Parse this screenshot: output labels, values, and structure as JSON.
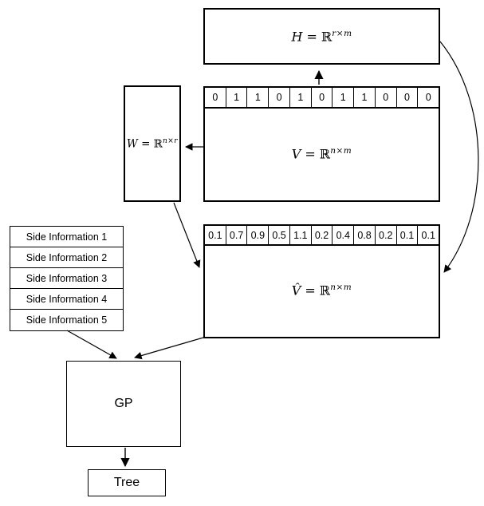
{
  "diagram": {
    "title": "matrix-factorization-flow",
    "colors": {
      "stroke": "#000000",
      "background": "#ffffff",
      "text": "#000000"
    },
    "h_box": {
      "var": "H",
      "eq": " = ",
      "set": "ℝ",
      "sup": "r×m"
    },
    "w_box": {
      "var": "W",
      "eq": " = ",
      "set": "ℝ",
      "sup": "n×r"
    },
    "v_box": {
      "var": "V",
      "eq": " = ",
      "set": "ℝ",
      "sup": "n×m",
      "strip": [
        "0",
        "1",
        "1",
        "0",
        "1",
        "0",
        "1",
        "1",
        "0",
        "0",
        "0"
      ]
    },
    "vhat_box": {
      "var": "V̂",
      "eq": " = ",
      "set": "ℝ",
      "sup": "n×m",
      "strip": [
        "0.1",
        "0.7",
        "0.9",
        "0.5",
        "1.1",
        "0.2",
        "0.4",
        "0.8",
        "0.2",
        "0.1",
        "0.1"
      ]
    },
    "side_information": {
      "items": [
        "Side Information 1",
        "Side Information 2",
        "Side Information 3",
        "Side Information 4",
        "Side Information 5"
      ]
    },
    "gp_box": {
      "label": "GP"
    },
    "tree_box": {
      "label": "Tree"
    }
  }
}
